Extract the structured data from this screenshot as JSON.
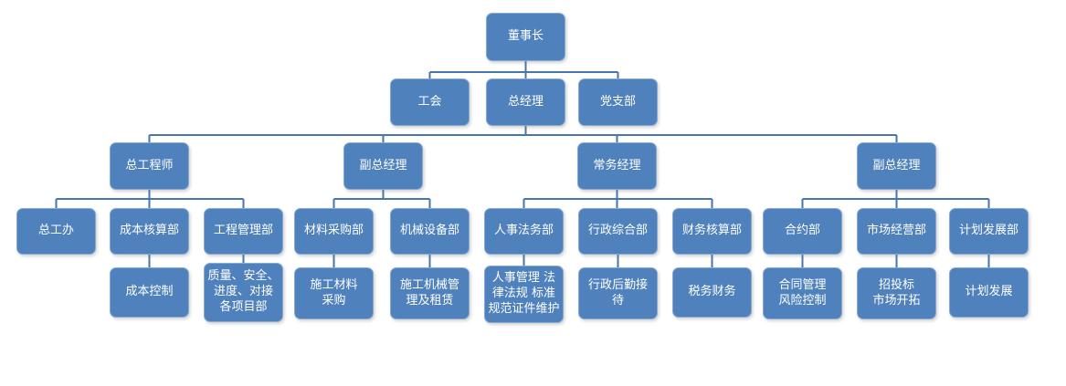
{
  "diagram_type": "org-chart",
  "colors": {
    "node_fill": "#4f81bd",
    "node_border": "#88a9d2",
    "node_text": "#ffffff",
    "connector_line": "#4676ac",
    "background": "#ffffff"
  },
  "tree": {
    "label": "董事长",
    "children": [
      {
        "label": "工会",
        "children": []
      },
      {
        "label": "总经理",
        "children": [
          {
            "label": "总工程师",
            "children": [
              {
                "label": "总工办",
                "children": []
              },
              {
                "label": "成本核算部",
                "children": [
                  {
                    "label": "成本控制"
                  }
                ]
              },
              {
                "label": "工程管理部",
                "children": [
                  {
                    "label": "质量、安全、\n进度、对接\n各项目部"
                  }
                ]
              }
            ]
          },
          {
            "label": "副总经理",
            "children": [
              {
                "label": "材料采购部",
                "children": [
                  {
                    "label": "施工材料\n采购"
                  }
                ]
              },
              {
                "label": "机械设备部",
                "children": [
                  {
                    "label": "施工机械管\n理及租赁"
                  }
                ]
              }
            ]
          },
          {
            "label": "常务经理",
            "children": [
              {
                "label": "人事法务部",
                "children": [
                  {
                    "label": "人事管理 法\n律法规 标准\n规范证件维护"
                  }
                ]
              },
              {
                "label": "行政综合部",
                "children": [
                  {
                    "label": "行政后勤接\n待"
                  }
                ]
              },
              {
                "label": "财务核算部",
                "children": [
                  {
                    "label": "税务财务"
                  }
                ]
              }
            ]
          },
          {
            "label": "副总经理",
            "children": [
              {
                "label": "合约部",
                "children": [
                  {
                    "label": "合同管理\n风险控制"
                  }
                ]
              },
              {
                "label": "市场经营部",
                "children": [
                  {
                    "label": "招投标\n市场开拓"
                  }
                ]
              },
              {
                "label": "计划发展部",
                "children": [
                  {
                    "label": "计划发展"
                  }
                ]
              }
            ]
          }
        ]
      },
      {
        "label": "党支部",
        "children": []
      }
    ]
  }
}
